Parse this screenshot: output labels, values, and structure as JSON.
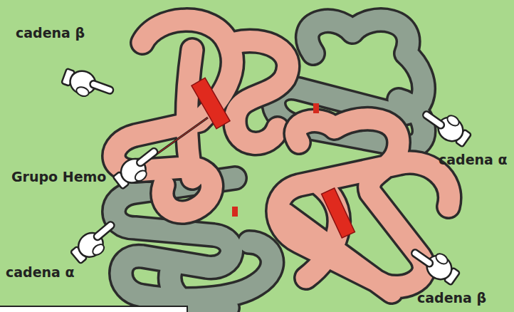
{
  "diagram": {
    "labels": [
      "cadena β",
      "cadena α",
      "Grupo Hemo",
      "cadena α",
      "cadena β"
    ]
  }
}
